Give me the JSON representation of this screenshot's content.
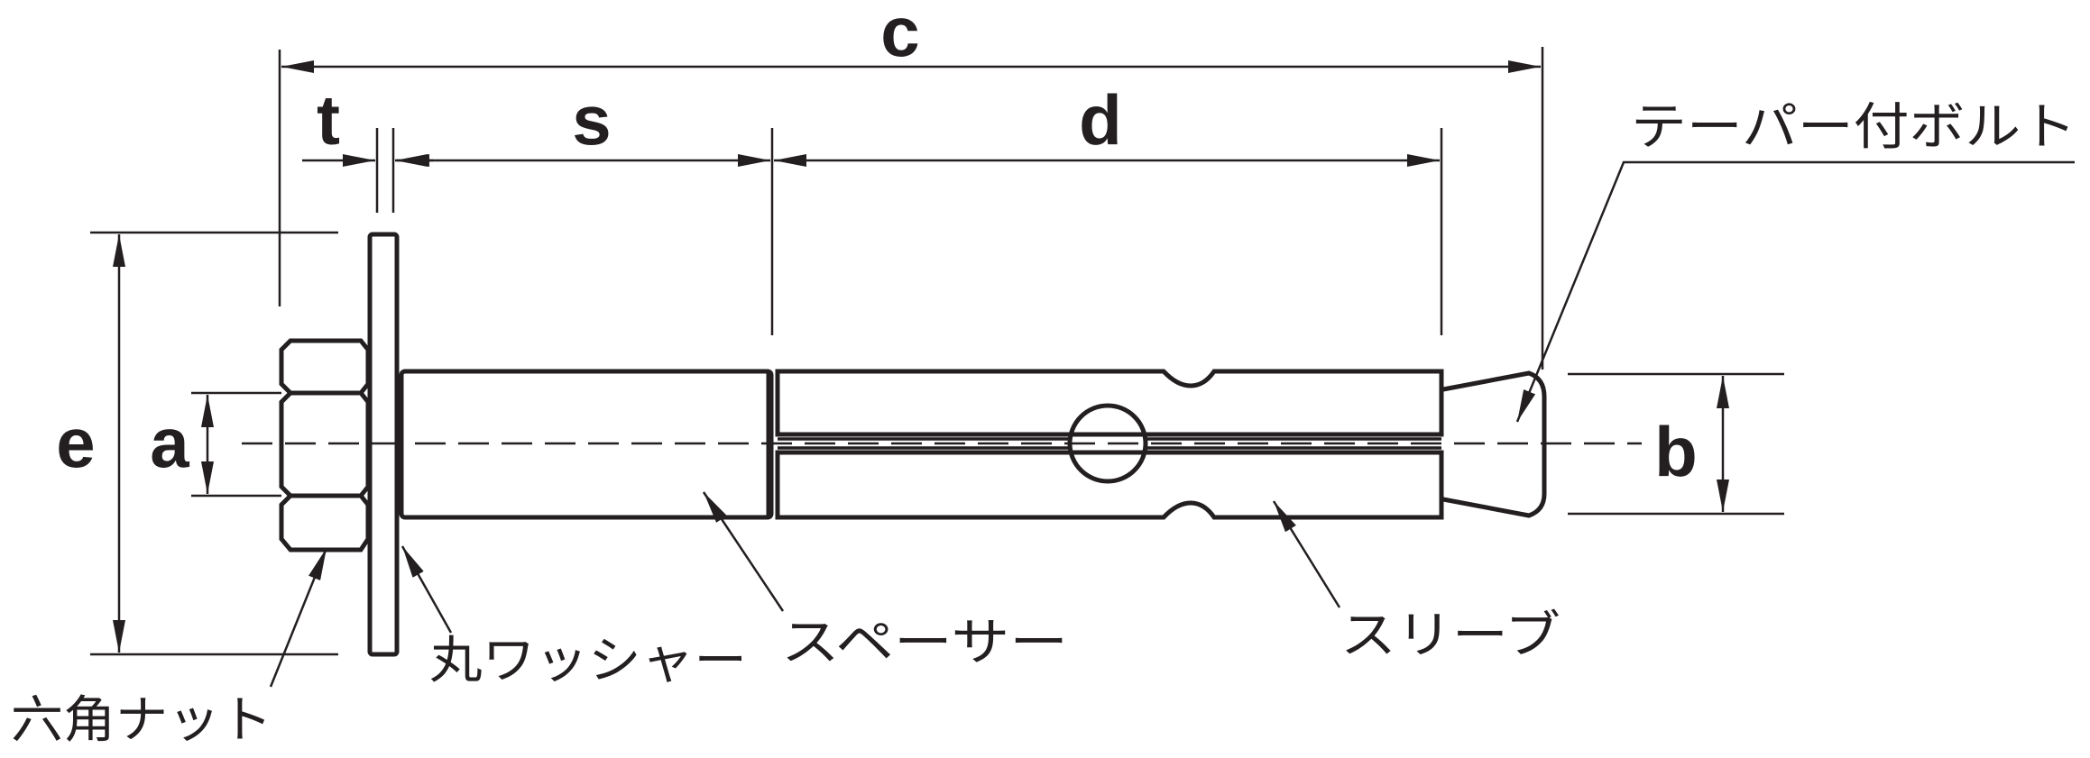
{
  "dimensions": {
    "c": "c",
    "t": "t",
    "s": "s",
    "d": "d",
    "e": "e",
    "a": "a",
    "b": "b"
  },
  "parts": {
    "taper_bolt": "テーパー付ボルト",
    "hex_nut": "六角ナット",
    "round_washer": "丸ワッシャー",
    "spacer": "スペーサー",
    "sleeve": "スリーブ"
  },
  "colors": {
    "ink": "#231f20",
    "background": "#ffffff"
  }
}
